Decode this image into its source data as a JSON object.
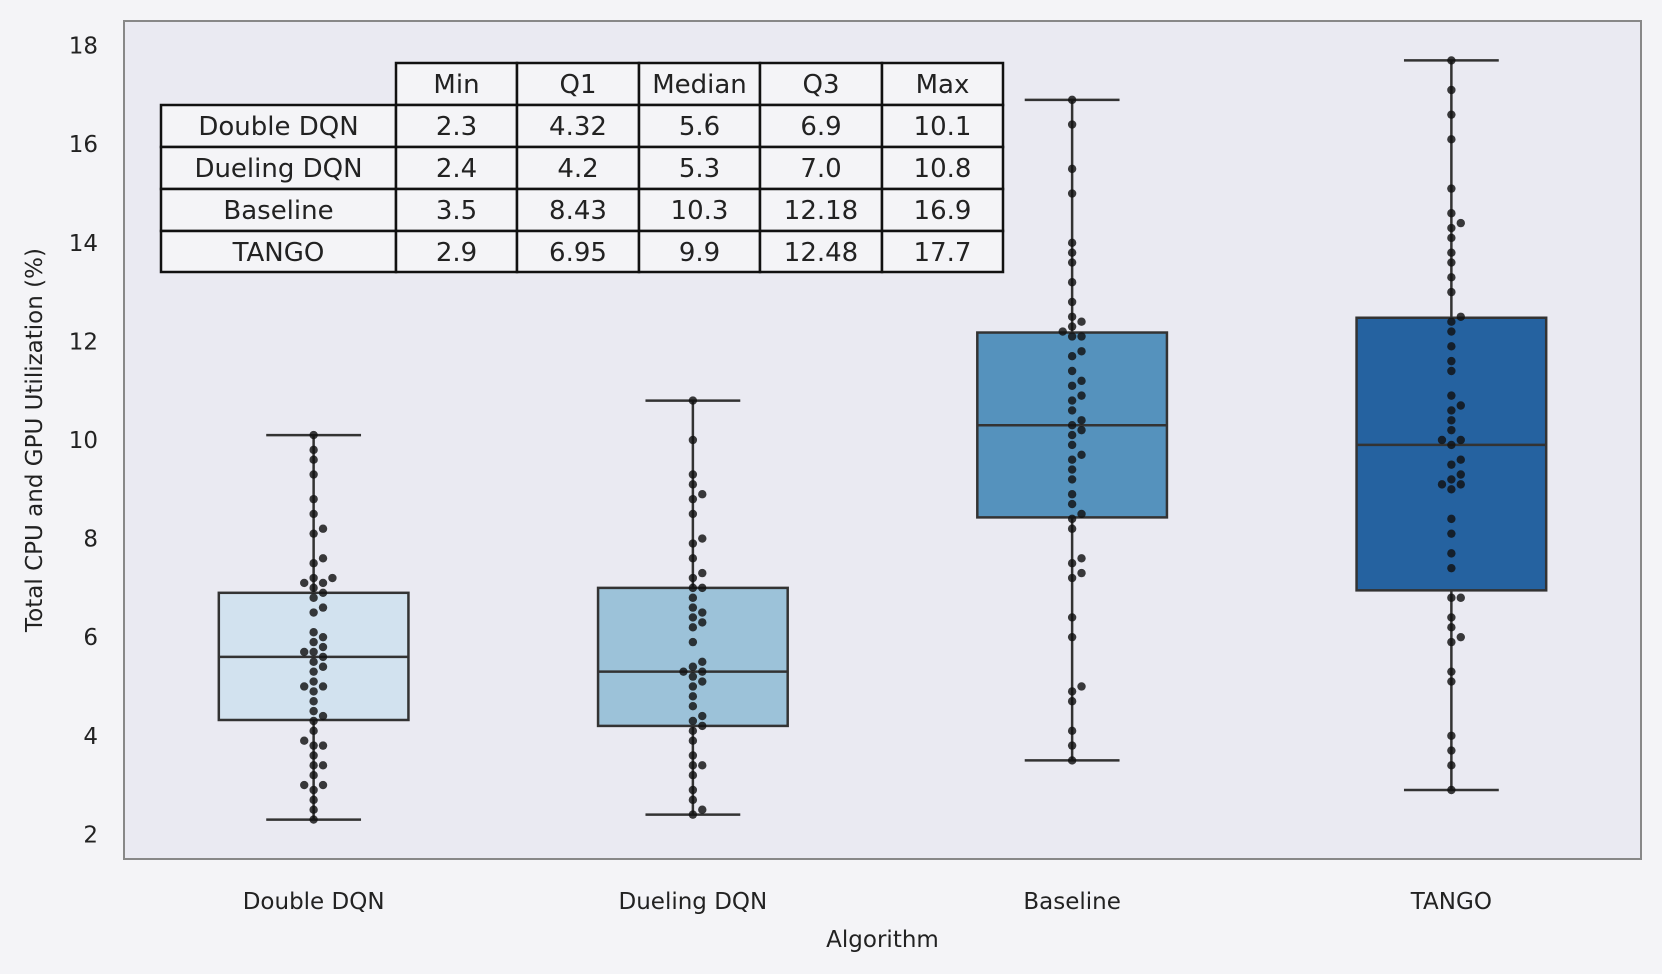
{
  "chart_data": {
    "type": "box",
    "xlabel": "Algorithm",
    "ylabel": "Total CPU and GPU Utilization (%)",
    "ylim": [
      1.5,
      18.5
    ],
    "yticks": [
      2,
      4,
      6,
      8,
      10,
      12,
      14,
      16,
      18
    ],
    "categories": [
      "Double DQN",
      "Dueling DQN",
      "Baseline",
      "TANGO"
    ],
    "grid": false,
    "colors": {
      "box": [
        "#d2e2ef",
        "#9cc2d9",
        "#5592bd",
        "#2562a0"
      ],
      "edge": "#333333",
      "points": "#111111",
      "plot_background": "#eaeaf2",
      "page_background": "#f4f4f7"
    },
    "series": [
      {
        "category": "Double DQN",
        "min": 2.3,
        "q1": 4.32,
        "median": 5.6,
        "q3": 6.9,
        "max": 10.1,
        "points": [
          2.3,
          2.5,
          2.7,
          2.9,
          3.0,
          3.0,
          3.2,
          3.4,
          3.4,
          3.6,
          3.8,
          3.8,
          3.9,
          4.1,
          4.3,
          4.4,
          4.5,
          4.7,
          4.9,
          5.0,
          5.0,
          5.1,
          5.3,
          5.4,
          5.5,
          5.6,
          5.7,
          5.7,
          5.8,
          5.9,
          6.0,
          6.1,
          6.5,
          6.6,
          6.8,
          6.9,
          7.0,
          7.1,
          7.1,
          7.2,
          7.2,
          7.5,
          7.6,
          8.1,
          8.2,
          8.5,
          8.8,
          9.3,
          9.6,
          9.8,
          10.1
        ]
      },
      {
        "category": "Dueling DQN",
        "min": 2.4,
        "q1": 4.2,
        "median": 5.3,
        "q3": 7.0,
        "max": 10.8,
        "points": [
          2.4,
          2.5,
          2.7,
          2.9,
          3.2,
          3.4,
          3.4,
          3.6,
          3.9,
          4.1,
          4.2,
          4.3,
          4.4,
          4.6,
          4.8,
          5.0,
          5.1,
          5.2,
          5.3,
          5.3,
          5.4,
          5.5,
          5.9,
          6.2,
          6.3,
          6.4,
          6.5,
          6.6,
          6.8,
          7.0,
          7.0,
          7.2,
          7.3,
          7.6,
          7.9,
          8.0,
          8.5,
          8.8,
          8.9,
          9.1,
          9.3,
          10.0,
          10.8
        ]
      },
      {
        "category": "Baseline",
        "min": 3.5,
        "q1": 8.43,
        "median": 10.3,
        "q3": 12.18,
        "max": 16.9,
        "points": [
          3.5,
          3.8,
          4.1,
          4.7,
          4.9,
          5.0,
          6.0,
          6.4,
          7.2,
          7.3,
          7.5,
          7.6,
          8.2,
          8.4,
          8.5,
          8.7,
          8.9,
          9.2,
          9.4,
          9.6,
          9.7,
          9.9,
          10.1,
          10.2,
          10.3,
          10.4,
          10.6,
          10.8,
          10.9,
          11.1,
          11.2,
          11.4,
          11.7,
          11.8,
          12.1,
          12.1,
          12.2,
          12.3,
          12.4,
          12.5,
          12.8,
          13.2,
          13.6,
          13.8,
          14.0,
          15.0,
          15.5,
          16.4,
          16.9
        ]
      },
      {
        "category": "TANGO",
        "min": 2.9,
        "q1": 6.95,
        "median": 9.9,
        "q3": 12.48,
        "max": 17.7,
        "points": [
          2.9,
          3.4,
          3.7,
          4.0,
          5.1,
          5.3,
          5.9,
          6.0,
          6.2,
          6.4,
          6.8,
          6.8,
          7.4,
          7.7,
          8.1,
          8.4,
          9.0,
          9.1,
          9.1,
          9.2,
          9.3,
          9.5,
          9.6,
          9.9,
          10.0,
          10.0,
          10.2,
          10.4,
          10.6,
          10.7,
          10.9,
          11.4,
          11.6,
          11.9,
          12.2,
          12.4,
          12.5,
          13.0,
          13.3,
          13.6,
          13.8,
          14.1,
          14.3,
          14.4,
          14.6,
          15.1,
          16.1,
          16.6,
          17.1,
          17.7
        ]
      }
    ],
    "table": {
      "headers": [
        "Min",
        "Q1",
        "Median",
        "Q3",
        "Max"
      ],
      "rows": [
        {
          "label": "Double DQN",
          "values": [
            "2.3",
            "4.32",
            "5.6",
            "6.9",
            "10.1"
          ]
        },
        {
          "label": "Dueling DQN",
          "values": [
            "2.4",
            "4.2",
            "5.3",
            "7.0",
            "10.8"
          ]
        },
        {
          "label": "Baseline",
          "values": [
            "3.5",
            "8.43",
            "10.3",
            "12.18",
            "16.9"
          ]
        },
        {
          "label": "TANGO",
          "values": [
            "2.9",
            "6.95",
            "9.9",
            "12.48",
            "17.7"
          ]
        }
      ]
    }
  }
}
